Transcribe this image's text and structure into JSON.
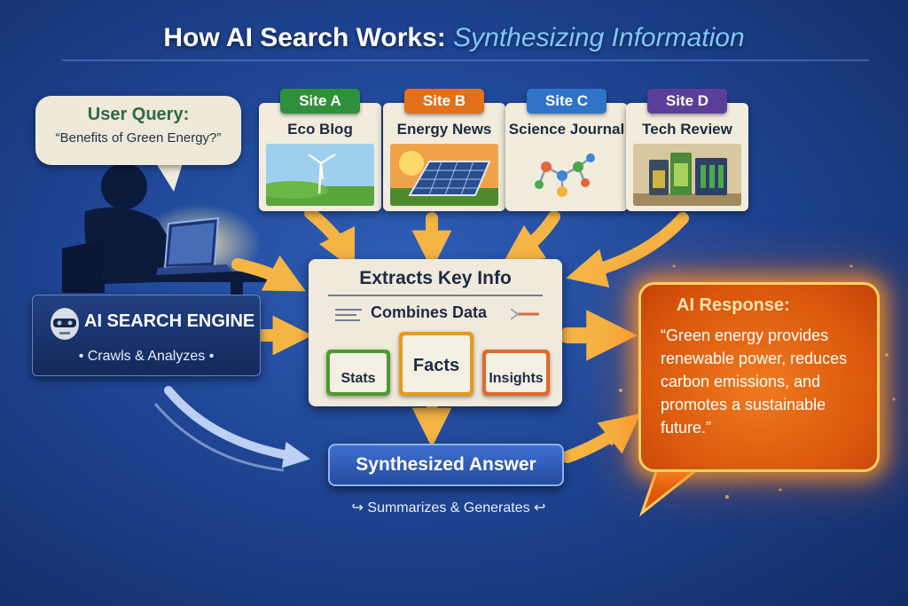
{
  "title": {
    "main": "How AI Search Works:",
    "sub": "Synthesizing Information"
  },
  "query": {
    "label": "User Query:",
    "text": "“Benefits of Green Energy?”"
  },
  "sites": [
    {
      "tab": "Site A",
      "name": "Eco Blog",
      "color": "#2f8f3a"
    },
    {
      "tab": "Site B",
      "name": "Energy News",
      "color": "#e3701a"
    },
    {
      "tab": "Site C",
      "name": "Science Journal",
      "color": "#2f73c9"
    },
    {
      "tab": "Site D",
      "name": "Tech Review",
      "color": "#5a3f9a"
    }
  ],
  "engine": {
    "label": "AI SEARCH ENGINE",
    "sub": "Crawls & Analyzes"
  },
  "center": {
    "title": "Extracts Key Info",
    "sub": "Combines Data",
    "cards": [
      {
        "label": "Stats",
        "color": "#4e9a2f"
      },
      {
        "label": "Facts",
        "color": "#e59a1c"
      },
      {
        "label": "Insights",
        "color": "#e06a2c"
      }
    ]
  },
  "answer": {
    "label": "Synthesized Answer",
    "sub": "Summarizes & Generates"
  },
  "response": {
    "label": "AI Response:",
    "text": "“Green energy provides renewable power, reduces carbon emissions, and promotes a sustainable future.”"
  },
  "colors": {
    "arrow": "#f5b544",
    "background": "#1f4594",
    "response_glow": "#ff9a2e"
  }
}
